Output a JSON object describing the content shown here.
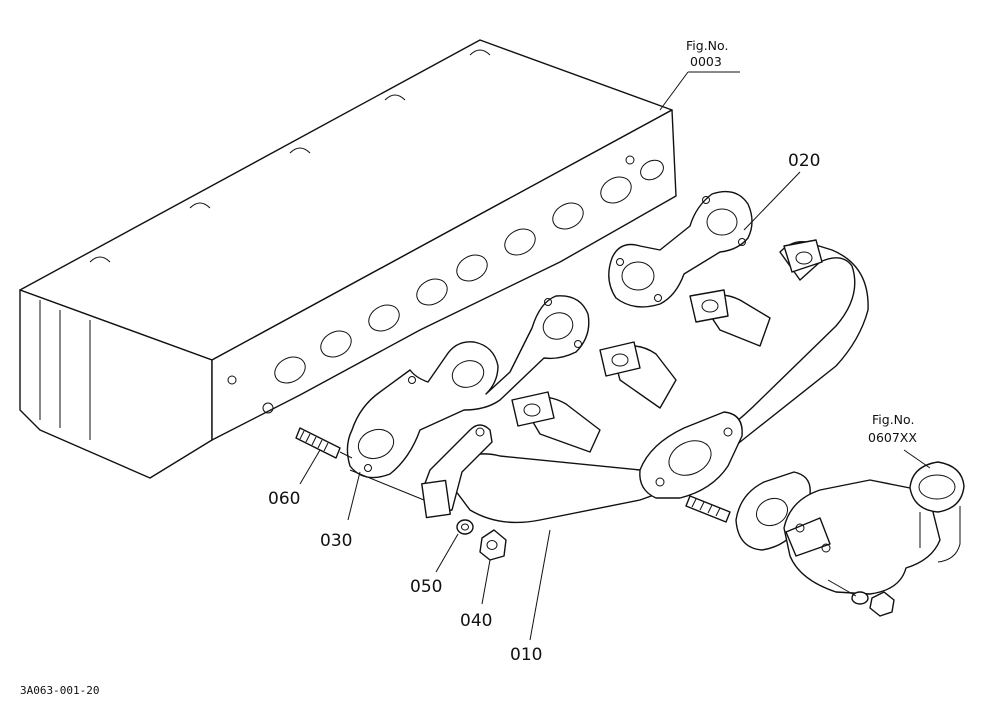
{
  "figure_refs": {
    "head": {
      "title": "Fig.No.",
      "number": "0003"
    },
    "elbow": {
      "title": "Fig.No.",
      "number": "0607XX"
    }
  },
  "parts": {
    "p010": "010",
    "p020": "020",
    "p030": "030",
    "p040": "040",
    "p050": "050",
    "p060": "060"
  },
  "drawing_code": "3A063-001-20"
}
